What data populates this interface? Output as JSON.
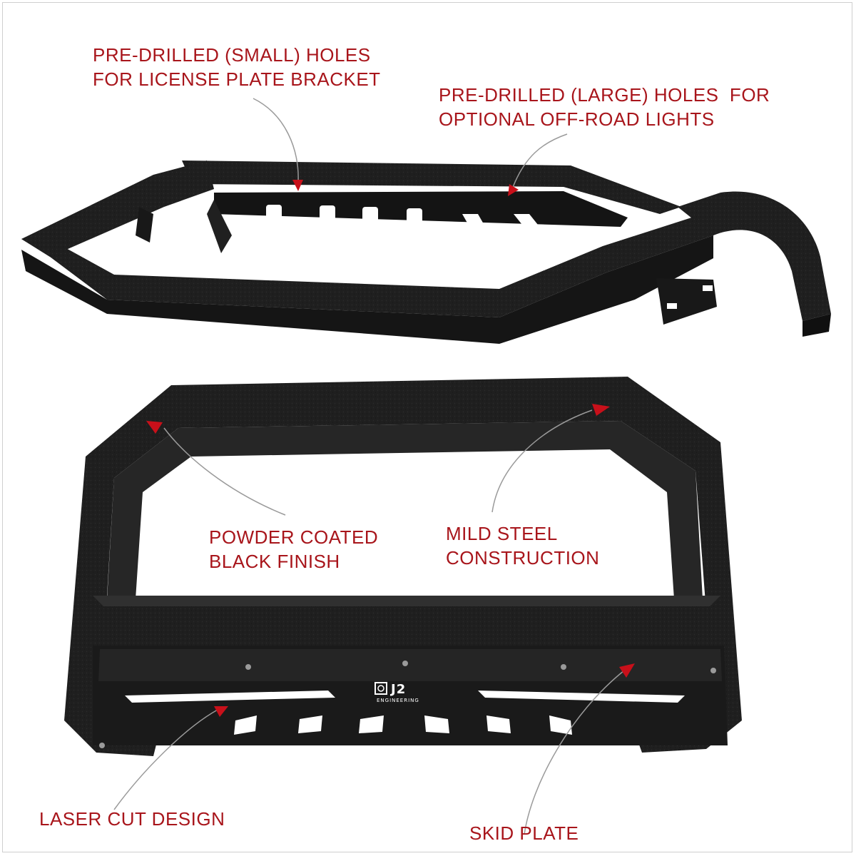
{
  "callouts": {
    "small_holes": "PRE-DRILLED (SMALL) HOLES\nFOR LICENSE PLATE BRACKET",
    "large_holes": "PRE-DRILLED (LARGE) HOLES  FOR\nOPTIONAL OFF-ROAD LIGHTS",
    "powder_coated": "POWDER COATED\nBLACK FINISH",
    "mild_steel": "MILD STEEL\nCONSTRUCTION",
    "laser_cut": "LASER CUT DESIGN",
    "skid_plate": "SKID PLATE"
  },
  "logo": {
    "mark": "J2",
    "subtext": "ENGINEERING"
  },
  "colors": {
    "callout_text": "#a8151b",
    "arrow_head": "#c8101a",
    "leader_line": "#9a9a9a",
    "bar_black": "#1e1e1e"
  }
}
